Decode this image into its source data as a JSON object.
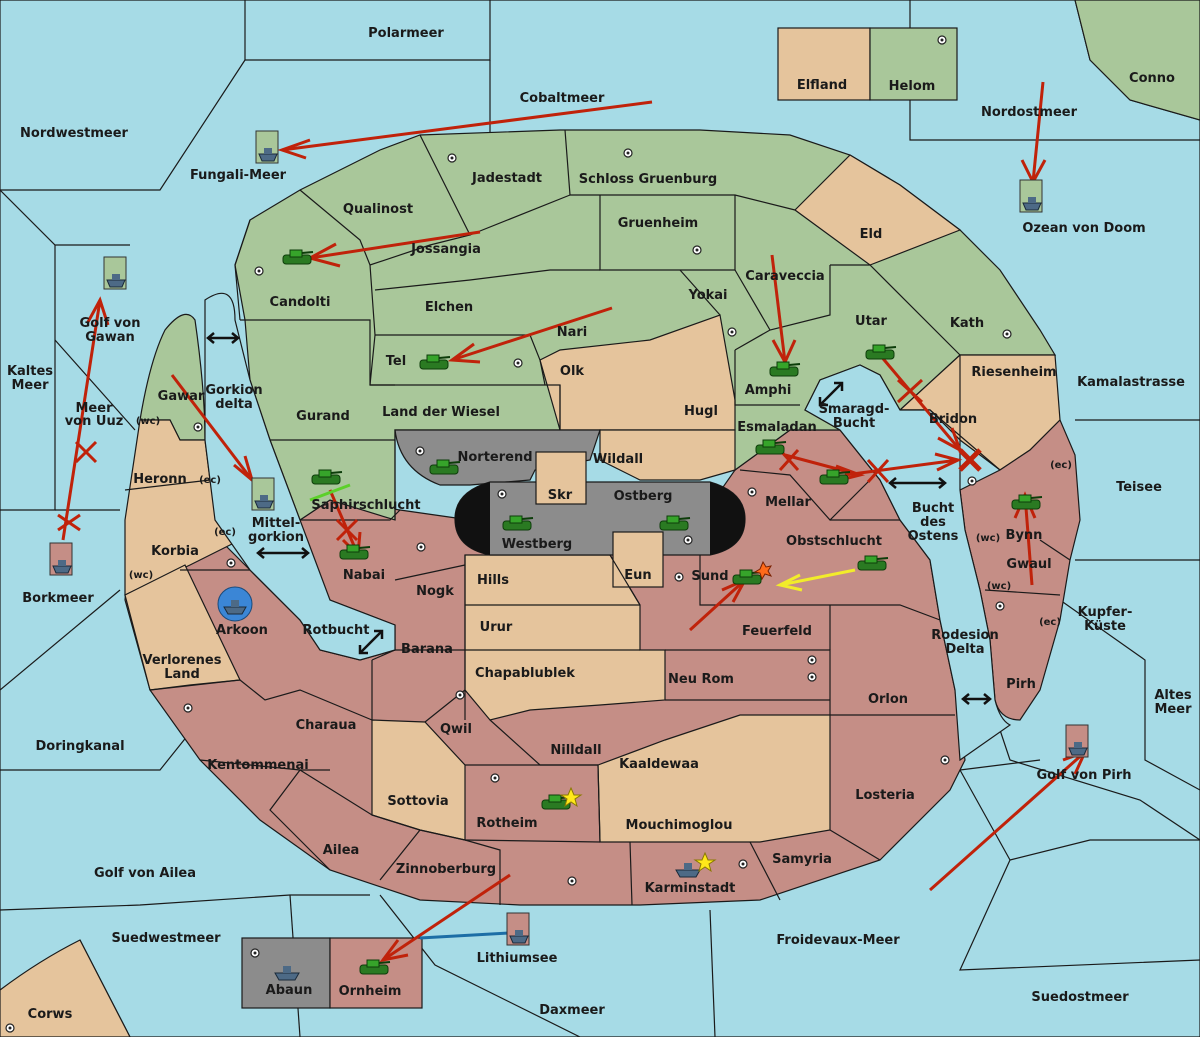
{
  "map": {
    "territories": {
      "polarmeer": "Polarmeer",
      "cobaltmeer": "Cobaltmeer",
      "nordwestmeer": "Nordwestmeer",
      "nordostmeer": "Nordostmeer",
      "conno": "Conno",
      "elfland": "Elfland",
      "helom": "Helom",
      "fungali_meer": "Fungali-Meer",
      "ozean_von_doom": "Ozean von Doom",
      "jadestadt": "Jadestadt",
      "schloss_gruenburg": "Schloss Gruenburg",
      "qualinost": "Qualinost",
      "gruenheim": "Gruenheim",
      "eld": "Eld",
      "jossangia": "Jossangia",
      "caraveccia": "Caraveccia",
      "candolti": "Candolti",
      "elchen": "Elchen",
      "yokai": "Yokai",
      "golf_von_gawan": "Golf von\nGawan",
      "nari": "Nari",
      "utar": "Utar",
      "kath": "Kath",
      "kaltes_meer": "Kaltes\nMeer",
      "tel": "Tel",
      "olk": "Olk",
      "amphi": "Amphi",
      "riesenheim": "Riesenheim",
      "kamalastrasse": "Kamalastrasse",
      "gawar": "Gawar",
      "gorkion_delta": "Gorkion\ndelta",
      "smaragd_bucht": "Smaragd-\nBucht",
      "meer_von_uuz": "Meer\nvon Uuz",
      "gurand": "Gurand",
      "land_der_wiesel": "Land der Wiesel",
      "hugl": "Hugl",
      "bridon": "Bridon",
      "esmaladan": "Esmaladan",
      "heronn": "Heronn",
      "norterend": "Norterend",
      "wildall": "Wildall",
      "teisee": "Teisee",
      "skr": "Skr",
      "ostberg": "Ostberg",
      "mellar": "Mellar",
      "saphirschlucht": "Saphirschlucht",
      "bucht_des_ostens": "Bucht\ndes\nOstens",
      "borkmeer": "Borkmeer",
      "mittelgorkion": "Mittel-\ngorkion",
      "westberg": "Westberg",
      "obstschlucht": "Obstschlucht",
      "bynn": "Bynn",
      "korbia": "Korbia",
      "nabai": "Nabai",
      "eun": "Eun",
      "sund": "Sund",
      "gwaul": "Gwaul",
      "hills": "Hills",
      "nogk": "Nogk",
      "kupfer_kuste": "Kupfer-\nKüste",
      "arkoon": "Arkoon",
      "rotbucht": "Rotbucht",
      "urur": "Urur",
      "feuerfeld": "Feuerfeld",
      "rodesion_delta": "Rodesion\nDelta",
      "barana": "Barana",
      "verlorenes_land": "Verlorenes\nLand",
      "chapablublek": "Chapablublek",
      "neu_rom": "Neu Rom",
      "pirh": "Pirh",
      "altes_meer": "Altes\nMeer",
      "orlon": "Orlon",
      "charaua": "Charaua",
      "qwil": "Qwil",
      "doringkanal": "Doringkanal",
      "nilldall": "Nilldall",
      "kentommenai": "Kentommenai",
      "kaaldewaa": "Kaaldewaa",
      "golf_von_pirh": "Golf von Pirh",
      "losteria": "Losteria",
      "sottovia": "Sottovia",
      "rotheim": "Rotheim",
      "mouchimoglou": "Mouchimoglou",
      "ailea": "Ailea",
      "samyria": "Samyria",
      "golf_von_ailea": "Golf von Ailea",
      "zinnoberburg": "Zinnoberburg",
      "karminstadt": "Karminstadt",
      "suedwestmeer": "Suedwestmeer",
      "froidevaux_meer": "Froidevaux-Meer",
      "lithiumsee": "Lithiumsee",
      "abaun": "Abaun",
      "ornheim": "Ornheim",
      "suedostmeer": "Suedostmeer",
      "corws": "Corws",
      "daxmeer": "Daxmeer"
    },
    "coast_tags": {
      "heronn_wc": "(wc)",
      "heronn_ec": "(ec)",
      "korbia_ec": "(ec)",
      "korbia_wc": "(wc)",
      "bynn_ec": "(ec)",
      "bynn_wc": "(wc)",
      "gwaul_wc": "(wc)",
      "gwaul_ec": "(ec)"
    },
    "colors": {
      "sea": "#a6dbe6",
      "green_power": "#a9c79a",
      "neutral": "#e5c49c",
      "red_power": "#c58e86",
      "grey_power": "#8c8c8c",
      "move_arrow": "#c0220a",
      "support_arrow": "#f2ec2a",
      "convoy_arrow": "#1c6ea6"
    },
    "icons": [
      "tank-icon",
      "ship-icon",
      "supply-center-icon",
      "dislodged-x-icon",
      "star-icon",
      "explosion-icon",
      "double-arrow-icon"
    ]
  }
}
